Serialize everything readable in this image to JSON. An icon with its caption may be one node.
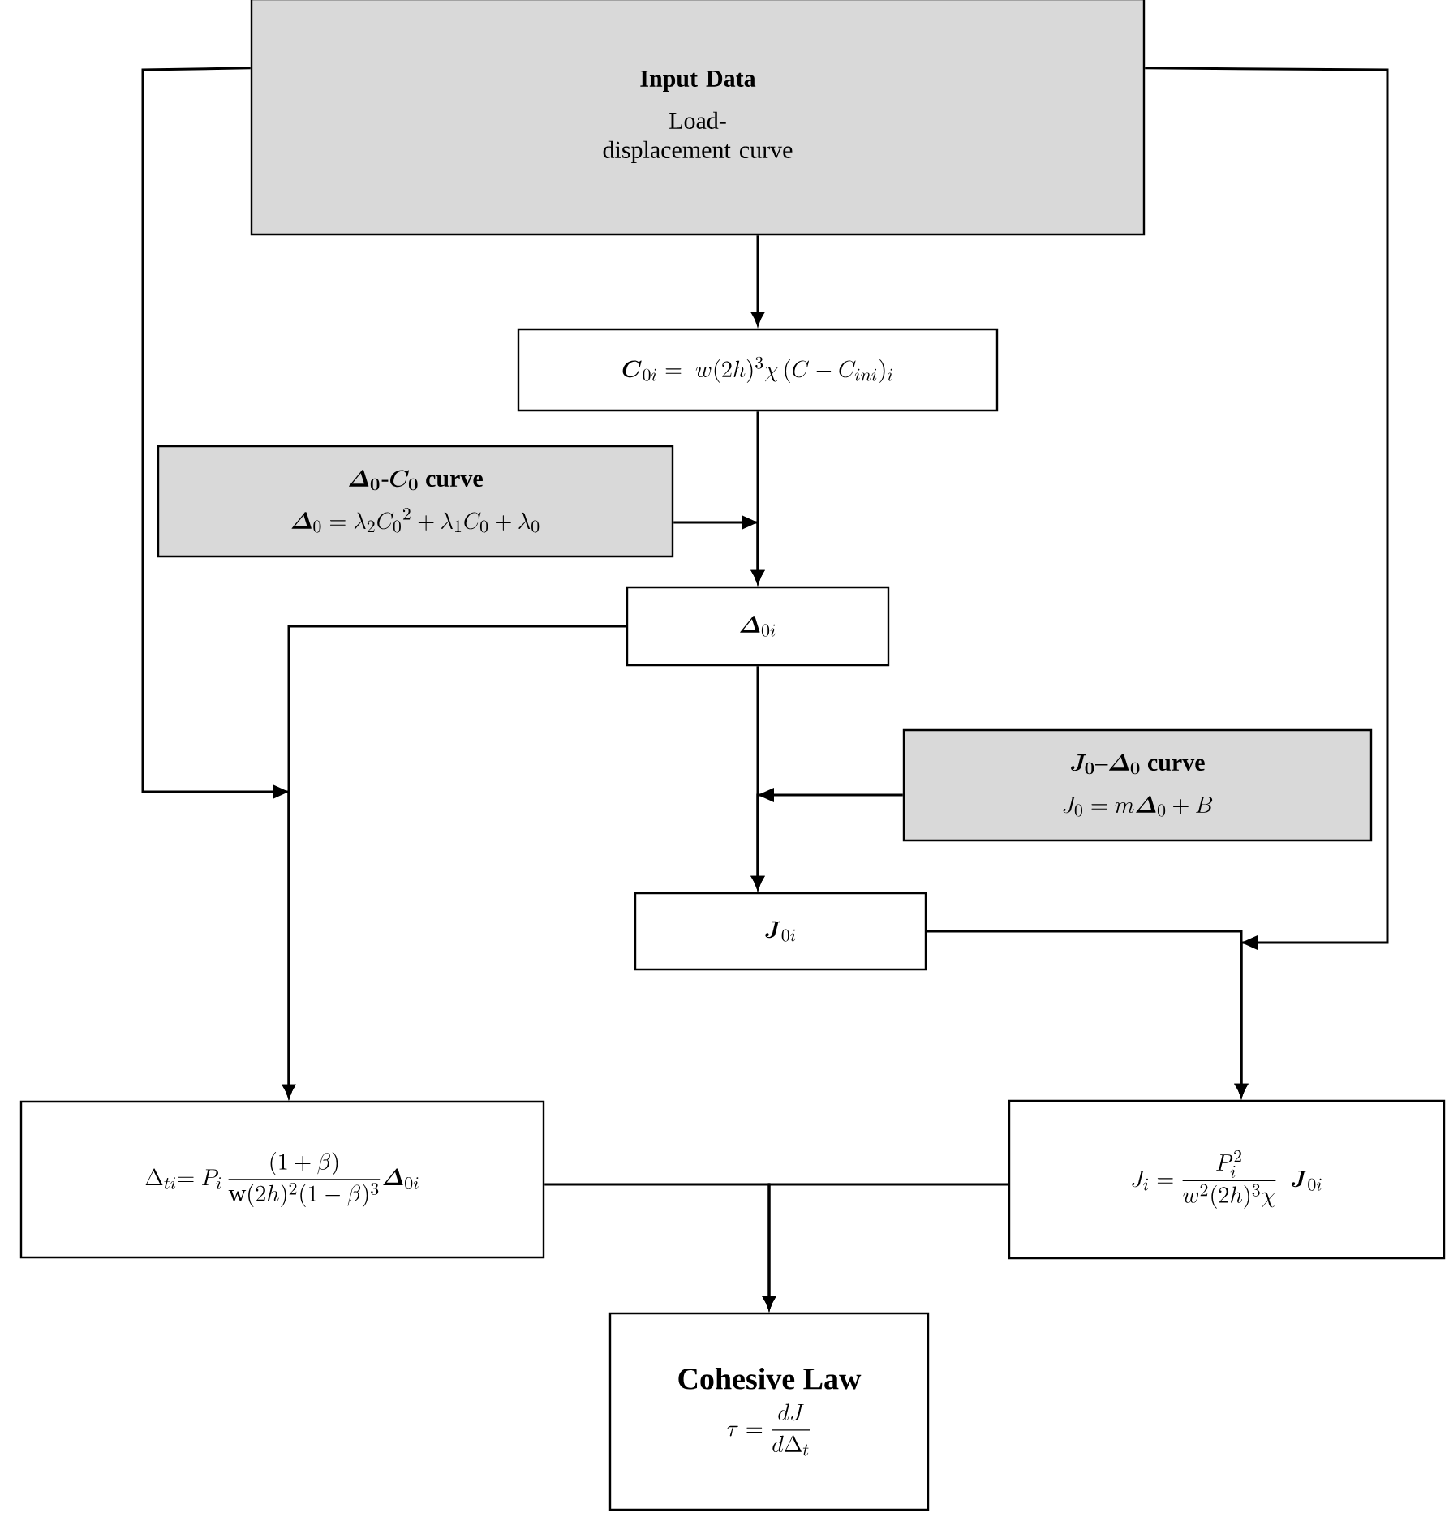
{
  "diagram": {
    "nodes": [
      {
        "text": [
          "Input Data",
          "Load-displacement curve"
        ]
      },
      {
        "text": [
          "\\boldsymbol{C}_{0i} = \\; w(2h)^3\\chi\\,(C - C_{ini})_i"
        ]
      },
      {
        "text": [
          "\\boldsymbol{\\varDelta_0\\text{-}C_0}\\ \\textbf{curve}",
          "\\boldsymbol{\\varDelta}_0 = \\lambda_2 {C_0}^2 + \\lambda_1 C_0 + \\lambda_0"
        ]
      },
      {
        "text": [
          "\\boldsymbol{\\varDelta}_{0i}"
        ]
      },
      {
        "text": [
          "\\boldsymbol{J_0\\text{--}\\varDelta_0}\\ \\textbf{curve}",
          "J_0 = m\\boldsymbol{\\varDelta}_0 + B"
        ]
      },
      {
        "text": [
          "\\boldsymbol{J}_{0i}"
        ]
      },
      {
        "text": [
          "\\Delta_{ti}{=}\\ P_i\\,\\dfrac{(1+\\beta)}{\\mathrm{w}(2h)^2(1-\\beta)^3}\\boldsymbol{\\varDelta}_{0i}"
        ]
      },
      {
        "text": [
          "J_i = \\dfrac{P_i^2}{w^2(2h)^3\\chi}\\;\\ \\boldsymbol{J}_{0i}"
        ]
      },
      {
        "text": [
          "Cohesive Law",
          "\\tau = \\dfrac{dJ}{d\\Delta_t}"
        ]
      }
    ],
    "edges": [
      {
        "from": 0,
        "to": 1,
        "arrow": "to"
      },
      {
        "from": 1,
        "to": 3,
        "arrow": "to"
      },
      {
        "from": 2,
        "to": 3,
        "arrow": "to"
      },
      {
        "from": 0,
        "to": 6,
        "arrow": "to"
      },
      {
        "from": 3,
        "to": 6,
        "arrow": "to"
      },
      {
        "from": 3,
        "to": 5,
        "arrow": "to"
      },
      {
        "from": 4,
        "to": 5,
        "arrow": "to"
      },
      {
        "from": 5,
        "to": 7,
        "arrow": "to"
      },
      {
        "from": 0,
        "to": 7,
        "arrow": "to"
      },
      {
        "from": 6,
        "to": 8,
        "arrow": "to"
      },
      {
        "from": 7,
        "to": 8,
        "arrow": "to"
      }
    ]
  }
}
